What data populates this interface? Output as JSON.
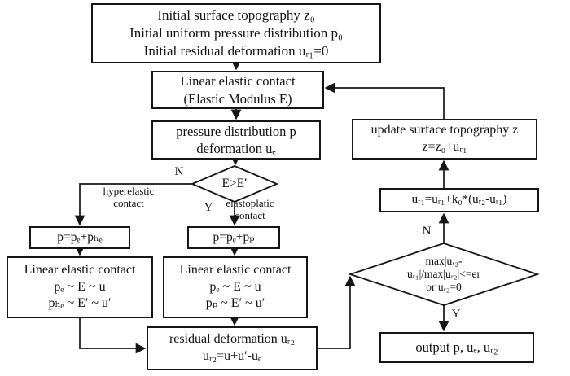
{
  "figure": {
    "type": "flowchart",
    "background": "#ffffff",
    "line_color": "#111111"
  },
  "nodes": {
    "init": {
      "line1": "Initial surface topography z₀",
      "line2": "Initial uniform pressure distribution p₀",
      "line3": "Initial residual deformation uᵣ₁=0"
    },
    "linear_elastic": {
      "line1": "Linear elastic contact",
      "line2": "(Elastic Modulus E)"
    },
    "pressure": {
      "line1": "pressure distribution p",
      "line2": "deformation uₑ"
    },
    "decision1": {
      "label": "E>E′",
      "no_label": "N",
      "yes_label": "Y",
      "no_branch_line1": "hyperelastic",
      "no_branch_line2": "contact",
      "yes_branch_line1": "elastoplatic",
      "yes_branch_line2": "contact"
    },
    "p_hyperelastic": {
      "line1": "p=pₑ+pₕₑ"
    },
    "p_elastoplastic": {
      "line1": "p=pₑ+pₚ"
    },
    "contact_left": {
      "line1": "Linear elastic contact",
      "line2": "pₑ ~ E ~ u",
      "line3": "pₕₑ ~ E′ ~ u′"
    },
    "contact_right": {
      "line1": "Linear elastic contact",
      "line2": "pₑ ~ E ~ u",
      "line3": "pₚ ~ E′ ~ u′"
    },
    "residual": {
      "line1": "residual deformation uᵣ₂",
      "line2": "uᵣ₂=u+u′-uₑ"
    },
    "decision2": {
      "line1": "max|uᵣ₂-",
      "line2": "uᵣ₁|/max|uᵣ₂|<=er",
      "line3": "or uᵣ₂=0",
      "no_label": "N",
      "yes_label": "Y"
    },
    "update_ur1": {
      "line1": "uᵣ₁=uᵣ₁+k₀*(uᵣ₂-uᵣ₁)"
    },
    "update_topography": {
      "line1": "update surface topography z",
      "line2": "z=z₀+uᵣ₁"
    },
    "output": {
      "line1": "output p, uₑ, uᵣ₂"
    }
  }
}
